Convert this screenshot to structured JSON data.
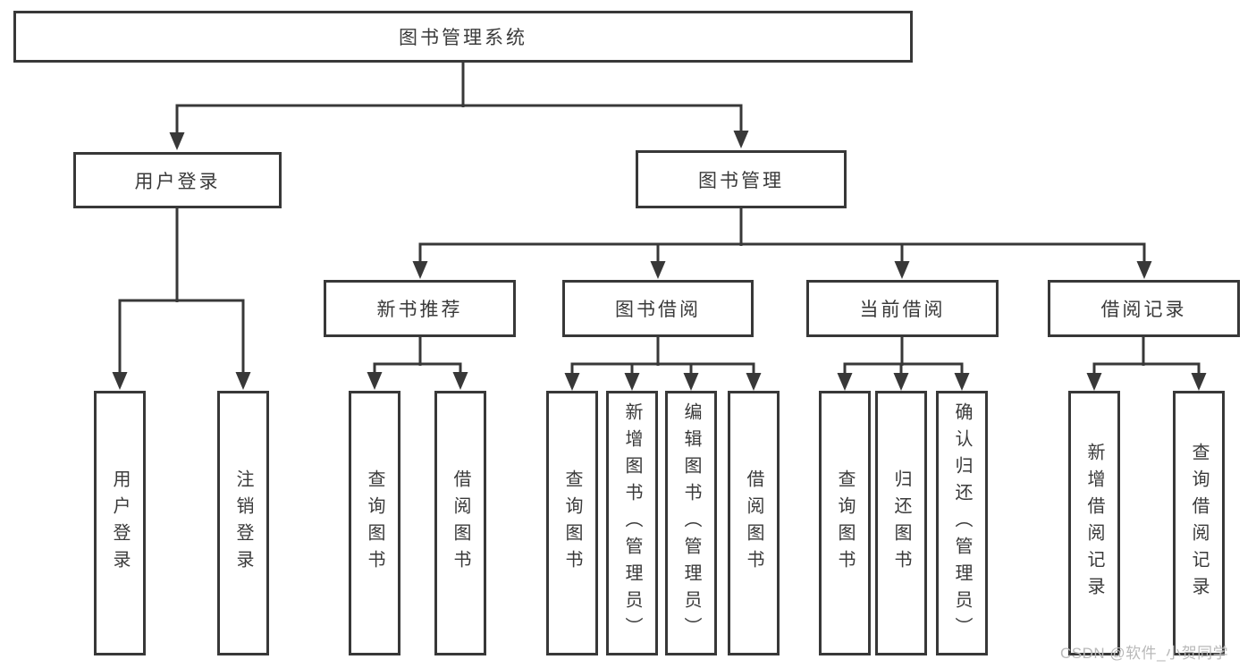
{
  "diagram": {
    "root": {
      "label": "图书管理系统"
    },
    "level2": {
      "user_login": {
        "label": "用户登录"
      },
      "book_mgmt": {
        "label": "图书管理"
      }
    },
    "level3": {
      "new_book_rec": {
        "label": "新书推荐"
      },
      "book_borrowing": {
        "label": "图书借阅"
      },
      "current_borrowing": {
        "label": "当前借阅"
      },
      "borrow_records": {
        "label": "借阅记录"
      }
    },
    "leaves": {
      "user_login": {
        "label": "用户登录"
      },
      "logout": {
        "label": "注销登录"
      },
      "query_books_rec": {
        "label": "查询图书"
      },
      "borrow_books_rec": {
        "label": "借阅图书"
      },
      "query_books_borrow": {
        "label": "查询图书"
      },
      "add_books_admin": {
        "label": "新增图书（管理员）"
      },
      "edit_books_admin": {
        "label": "编辑图书（管理员）"
      },
      "borrow_books_borrow": {
        "label": "借阅图书"
      },
      "query_books_current": {
        "label": "查询图书"
      },
      "return_books": {
        "label": "归还图书"
      },
      "confirm_return_admin": {
        "label": "确认归还（管理员）"
      }
    },
    "leaves_records": {
      "add_borrow_record": {
        "label": "新增借阅记录"
      },
      "query_borrow_record": {
        "label": "查询借阅记录"
      }
    }
  },
  "colors": {
    "line": "#383838",
    "text": "#3a3a3a",
    "watermark": "#b9b9b9"
  },
  "watermark": {
    "text": "CSDN @软件_小贺同学"
  }
}
